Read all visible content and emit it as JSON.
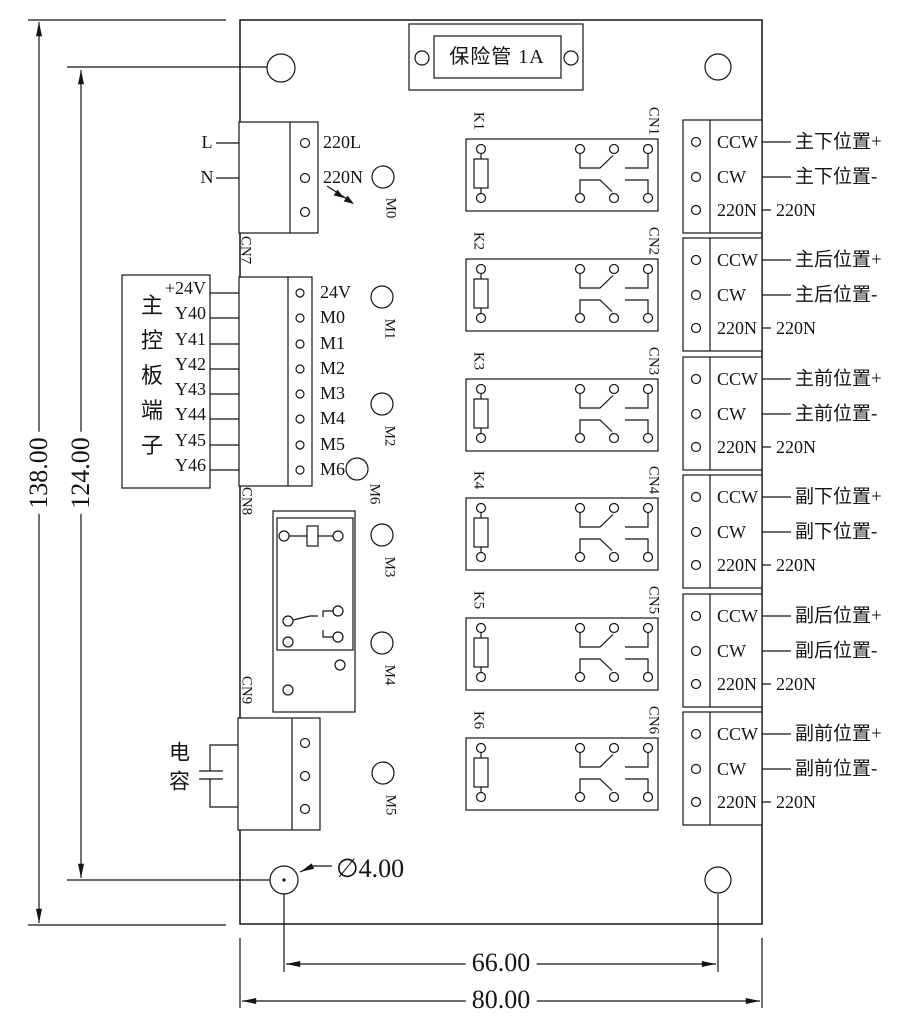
{
  "board": {
    "fuse": {
      "label": "保险管 1A"
    },
    "cn7": {
      "name": "CN7",
      "line": "L",
      "neutral": "N",
      "pins": [
        "220L",
        "220N"
      ]
    },
    "terminal_block": {
      "title": "主控板端子",
      "pins": [
        "+24V",
        "Y40",
        "Y41",
        "Y42",
        "Y43",
        "Y44",
        "Y45",
        "Y46"
      ]
    },
    "cn8": {
      "name": "CN8",
      "pins": [
        "24V",
        "M0",
        "M1",
        "M2",
        "M3",
        "M4",
        "M5",
        "M6"
      ]
    },
    "cn9": {
      "name": "CN9"
    },
    "capacitor": {
      "label": "电容"
    },
    "pads": {
      "m0": "M0",
      "m1": "M1",
      "m2": "M2",
      "m3": "M3",
      "m4": "M4",
      "m5": "M5",
      "m6": "M6"
    },
    "relays": [
      {
        "k": "K1",
        "cn": "CN1",
        "pins": [
          "CCW",
          "CW",
          "220N"
        ],
        "outputs": [
          "主下位置+",
          "主下位置-",
          "220N"
        ]
      },
      {
        "k": "K2",
        "cn": "CN2",
        "pins": [
          "CCW",
          "CW",
          "220N"
        ],
        "outputs": [
          "主后位置+",
          "主后位置-",
          "220N"
        ]
      },
      {
        "k": "K3",
        "cn": "CN3",
        "pins": [
          "CCW",
          "CW",
          "220N"
        ],
        "outputs": [
          "主前位置+",
          "主前位置-",
          "220N"
        ]
      },
      {
        "k": "K4",
        "cn": "CN4",
        "pins": [
          "CCW",
          "CW",
          "220N"
        ],
        "outputs": [
          "副下位置+",
          "副下位置-",
          "220N"
        ]
      },
      {
        "k": "K5",
        "cn": "CN5",
        "pins": [
          "CCW",
          "CW",
          "220N"
        ],
        "outputs": [
          "副后位置+",
          "副后位置-",
          "220N"
        ]
      },
      {
        "k": "K6",
        "cn": "CN6",
        "pins": [
          "CCW",
          "CW",
          "220N"
        ],
        "outputs": [
          "副前位置+",
          "副前位置-",
          "220N"
        ]
      }
    ],
    "dimensions": {
      "board_height": "138.00",
      "hole_span_vertical": "124.00",
      "hole_span_horizontal": "66.00",
      "board_width": "80.00",
      "hole_diameter": "∅4.00"
    }
  }
}
